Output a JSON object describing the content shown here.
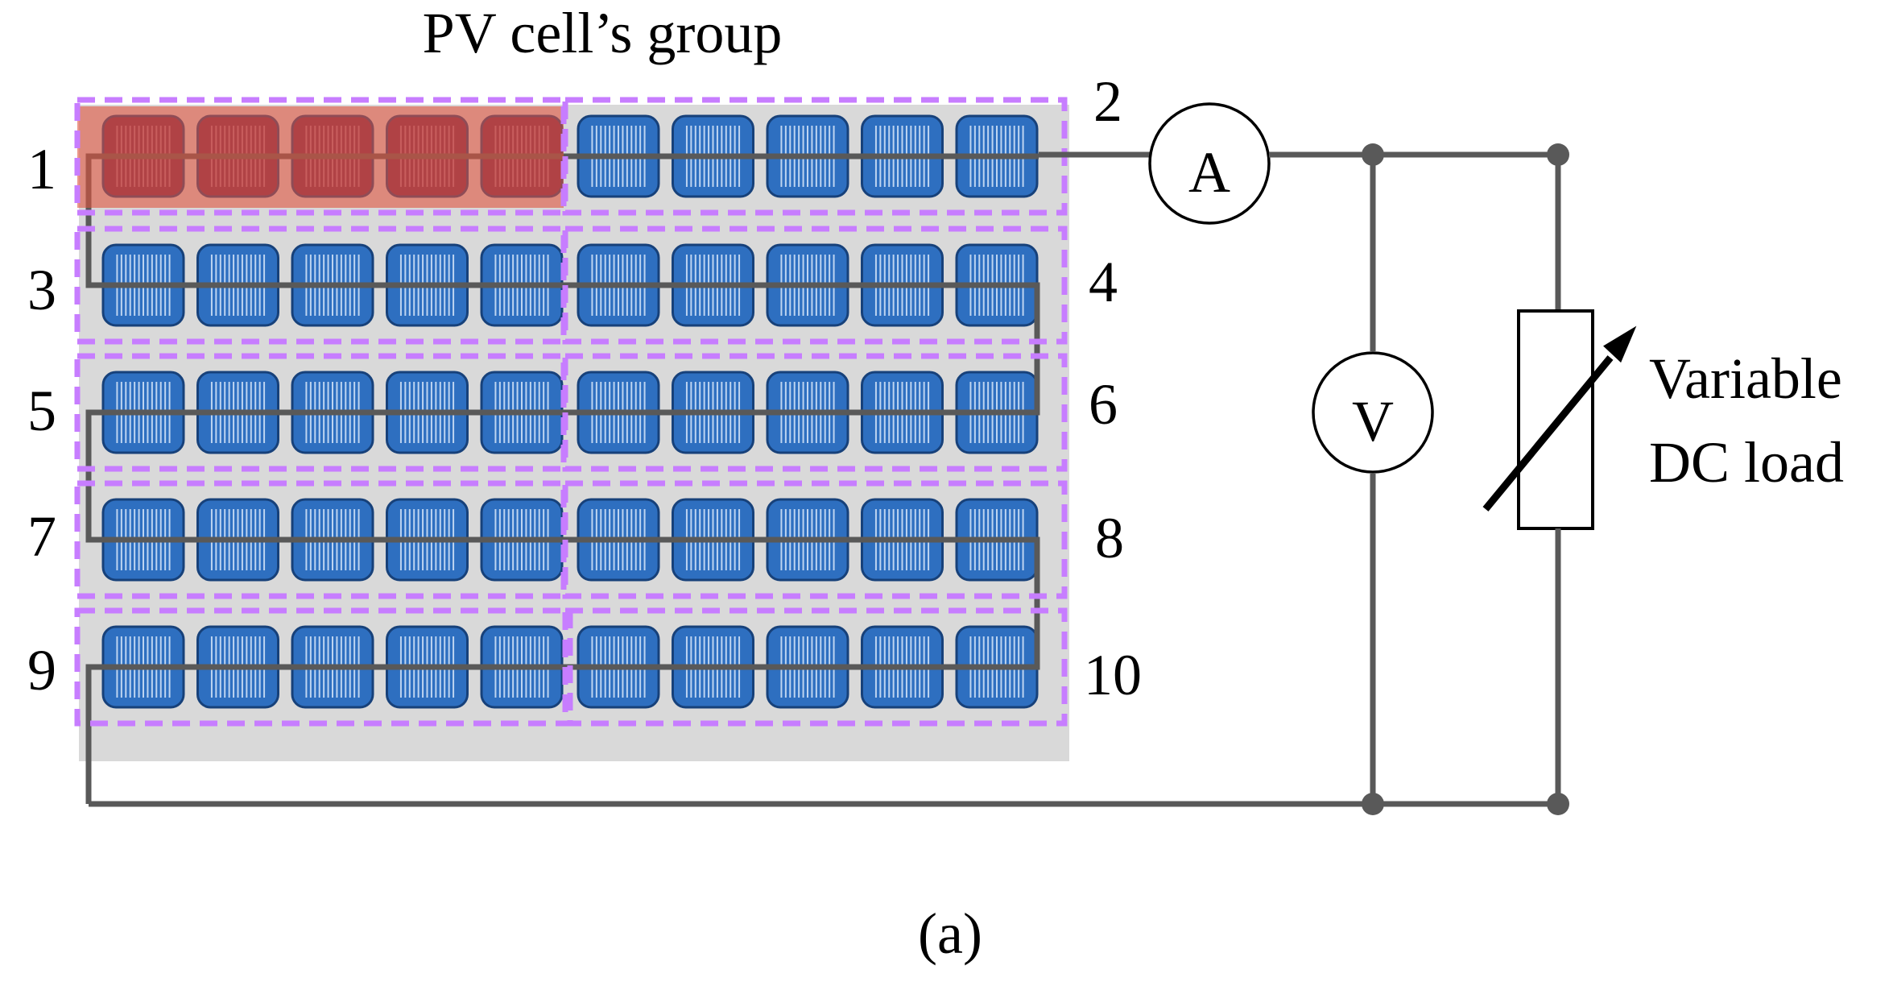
{
  "title": "PV cell’s group",
  "caption": "(a)",
  "load_label_line1": "Variable",
  "load_label_line2": "DC load",
  "ammeter_label": "A",
  "voltmeter_label": "V",
  "groups": [
    {
      "label": "1",
      "shaded": true
    },
    {
      "label": "2",
      "shaded": false
    },
    {
      "label": "3",
      "shaded": false
    },
    {
      "label": "4",
      "shaded": false
    },
    {
      "label": "5",
      "shaded": false
    },
    {
      "label": "6",
      "shaded": false
    },
    {
      "label": "7",
      "shaded": false
    },
    {
      "label": "8",
      "shaded": false
    },
    {
      "label": "9",
      "shaded": false
    },
    {
      "label": "10",
      "shaded": false
    }
  ],
  "cells_per_group": 5,
  "colors": {
    "panel_bg": "#d9d9d9",
    "cell_fill": "#2e6fc0",
    "cell_border": "#17417a",
    "cell_lines": "#d6e6fa",
    "shaded_fill": "#6a2a52",
    "shaded_overlay": "#e0533e",
    "group_border": "#c77dff",
    "wire": "#595959"
  }
}
